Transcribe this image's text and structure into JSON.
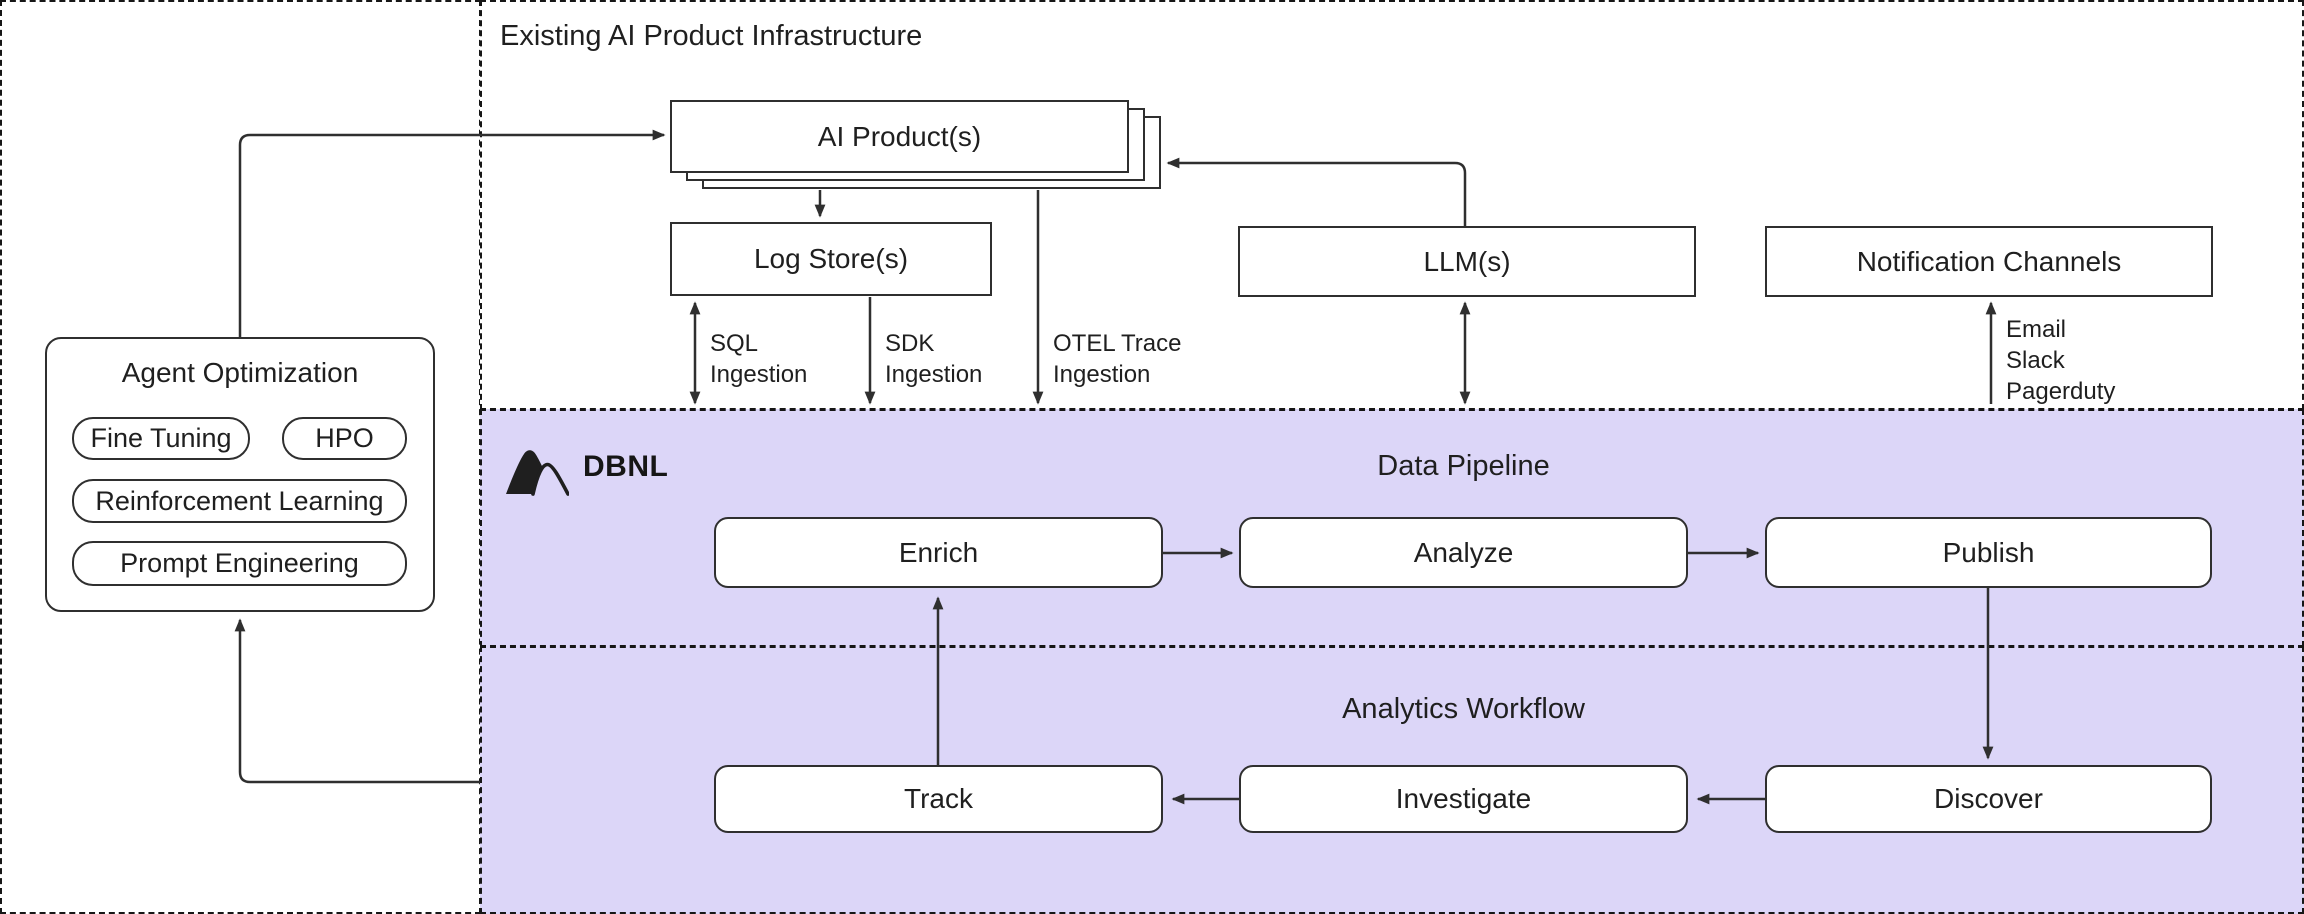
{
  "colors": {
    "region_purple": "#dcd6f8",
    "connector_line": "#2f2f2f",
    "text": "#1f1f1f",
    "node_background": "#ffffff",
    "dashed_border": "#161616"
  },
  "left_panel": {
    "agent_optimization": {
      "title": "Agent Optimization",
      "pills": [
        "Fine Tuning",
        "HPO",
        "Reinforcement Learning",
        "Prompt Engineering"
      ]
    }
  },
  "infrastructure": {
    "title": "Existing AI Product Infrastructure",
    "nodes": {
      "ai_products": {
        "label": "AI Product(s)"
      },
      "log_stores": {
        "label": "Log Store(s)"
      },
      "llms": {
        "label": "LLM(s)"
      },
      "notification_channels": {
        "label": "Notification Channels"
      }
    },
    "edge_labels": {
      "sql": {
        "lines": [
          "SQL",
          "Ingestion"
        ]
      },
      "sdk": {
        "lines": [
          "SDK",
          "Ingestion"
        ]
      },
      "otel": {
        "lines": [
          "OTEL Trace",
          "Ingestion"
        ]
      },
      "notification": {
        "lines": [
          "Email",
          "Slack",
          "Pagerduty"
        ]
      }
    }
  },
  "dbnl": {
    "brand": "DBNL",
    "logo": "dbnl-mountain-logo"
  },
  "data_pipeline": {
    "title": "Data Pipeline",
    "nodes": [
      "Enrich",
      "Analyze",
      "Publish"
    ]
  },
  "analytics_workflow": {
    "title": "Analytics Workflow",
    "nodes": [
      "Track",
      "Investigate",
      "Discover"
    ]
  }
}
